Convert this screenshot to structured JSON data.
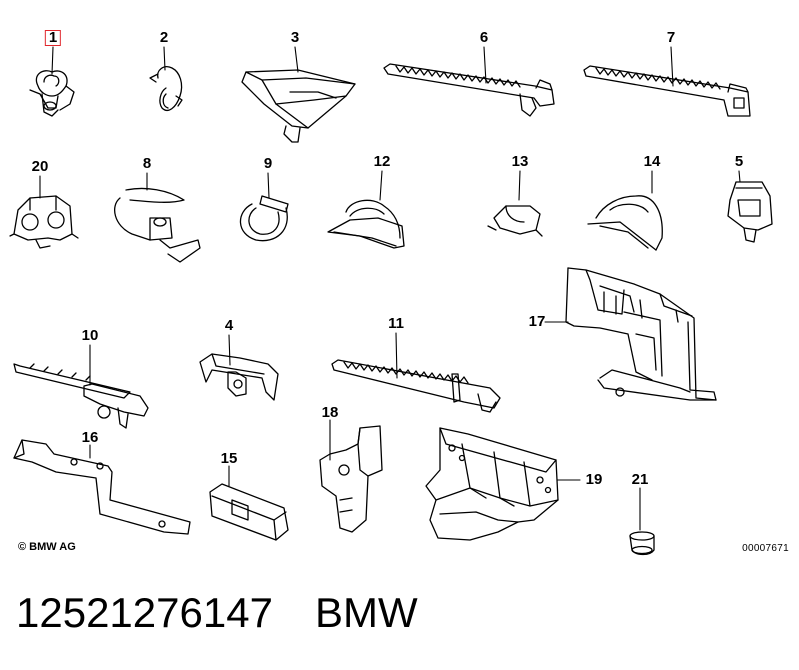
{
  "labels": {
    "p1": "1",
    "p2": "2",
    "p3": "3",
    "p4": "4",
    "p5": "5",
    "p6": "6",
    "p7": "7",
    "p8": "8",
    "p9": "9",
    "p10": "10",
    "p11": "11",
    "p12": "12",
    "p13": "13",
    "p14": "14",
    "p15": "15",
    "p16": "16",
    "p17": "17",
    "p18": "18",
    "p19": "19",
    "p20": "20",
    "p21": "21"
  },
  "highlight_color": "#e0262c",
  "copyright": "© BMW AG",
  "reference": "00007671",
  "caption": {
    "part_number": "12521276147",
    "brand": "BMW"
  }
}
